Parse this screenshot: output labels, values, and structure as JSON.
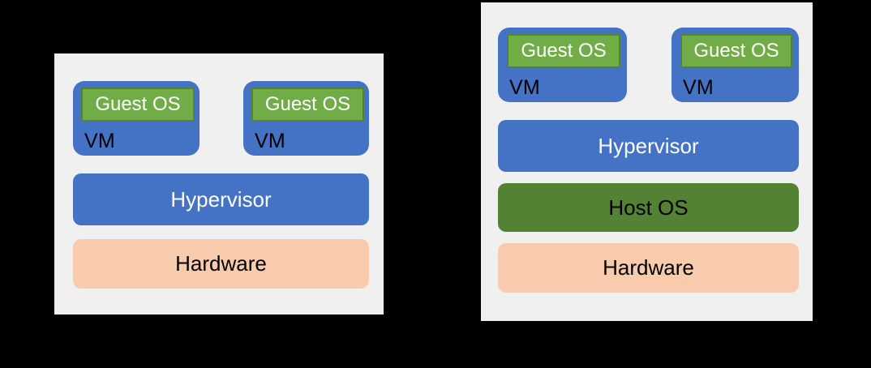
{
  "diagram": {
    "background_color": "#000000",
    "panels": [
      {
        "id": "type1",
        "name": "type-1-hypervisor-stack",
        "background_color": "#f0f0f0",
        "vms": [
          {
            "vm_label": "VM",
            "guest_label": "Guest OS"
          },
          {
            "vm_label": "VM",
            "guest_label": "Guest OS"
          }
        ],
        "layers": [
          {
            "label": "Hypervisor",
            "fill": "#4472c4",
            "text_color": "#ffffff"
          },
          {
            "label": "Hardware",
            "fill": "#f8cbad",
            "text_color": "#000000"
          }
        ]
      },
      {
        "id": "type2",
        "name": "type-2-hypervisor-stack",
        "background_color": "#f0f0f0",
        "vms": [
          {
            "vm_label": "VM",
            "guest_label": "Guest OS"
          },
          {
            "vm_label": "VM",
            "guest_label": "Guest OS"
          }
        ],
        "layers": [
          {
            "label": "Hypervisor",
            "fill": "#4472c4",
            "text_color": "#ffffff"
          },
          {
            "label": "Host OS",
            "fill": "#548235",
            "text_color": "#000000"
          },
          {
            "label": "Hardware",
            "fill": "#f8cbad",
            "text_color": "#000000"
          }
        ]
      }
    ],
    "colors": {
      "vm_blue": "#4472c4",
      "guest_os_green": "#70ad47",
      "guest_os_green_border": "#548235",
      "host_os_green": "#548235",
      "hardware_peach": "#f8cbad",
      "panel_gray": "#f0f0f0"
    }
  }
}
